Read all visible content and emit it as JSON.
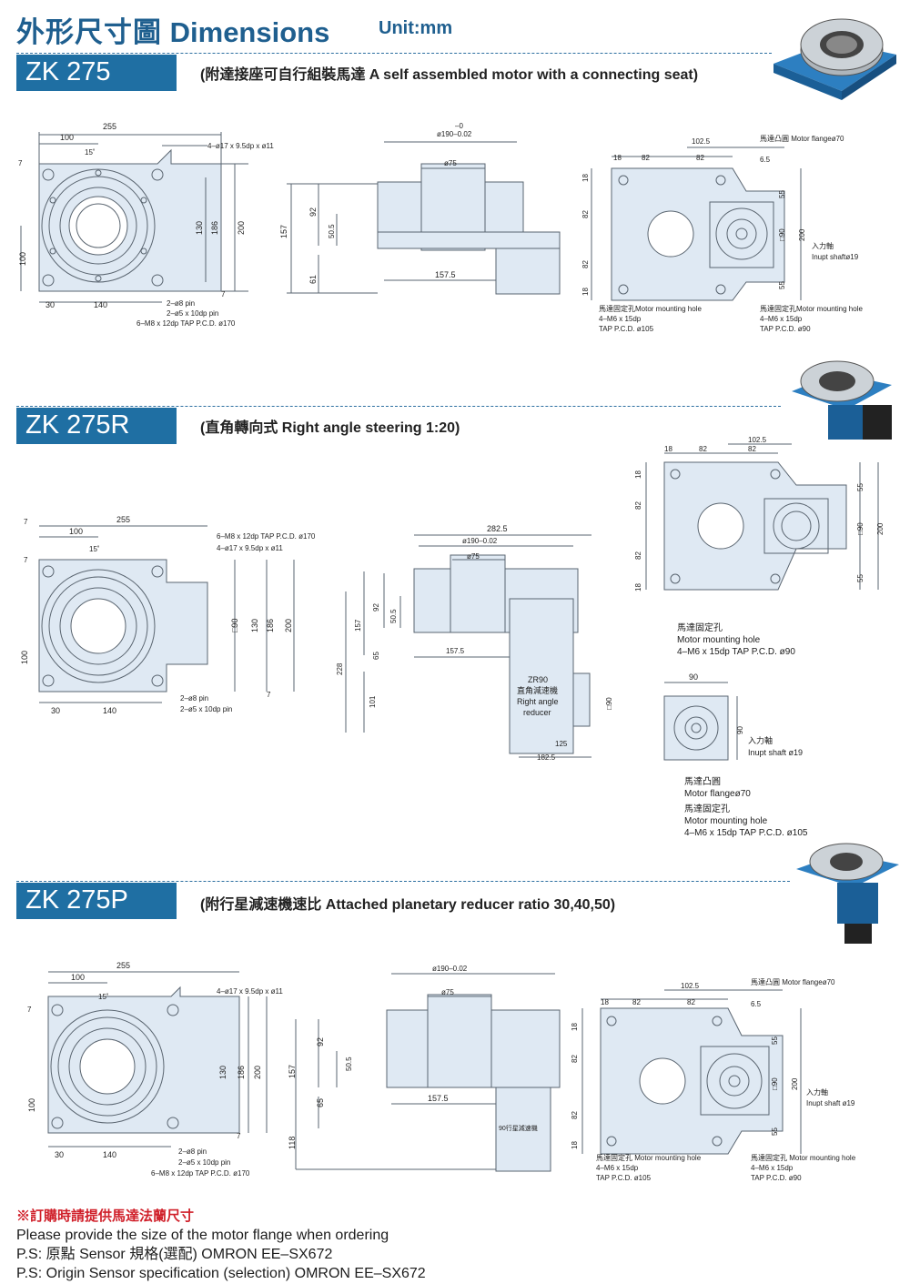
{
  "header": {
    "title_cn": "外形尺寸圖",
    "title_en": "Dimensions",
    "unit": "Unit:mm"
  },
  "sections": [
    {
      "model": "ZK 275",
      "subtitle": "(附達接座可自行組裝馬達  A self assembled motor with a connecting seat)",
      "front": {
        "dim_255": "255",
        "dim_100": "100",
        "dim_15": "15˚",
        "dim_7a": "7",
        "dim_7b": "7",
        "dim_100v": "100",
        "dim_130": "130",
        "dim_186": "186",
        "dim_200": "200",
        "dim_30": "30",
        "dim_140": "140",
        "note_holes": "4–ø17 x 9.5dp x ø11",
        "note_pin": "2–ø8 pin",
        "note_pin2": "2–ø5 x 10dp pin",
        "note_tap": "6–M8 x 12dp TAP P.C.D. ø170"
      },
      "side": {
        "dim_190": "ø190–0.02",
        "dim_190_top": "–0",
        "dim_75": "ø75",
        "dim_157": "157",
        "dim_92": "92",
        "dim_505": "50.5",
        "dim_61": "61",
        "dim_1575": "157.5"
      },
      "top": {
        "dim_1025": "102.5",
        "dim_18": "18",
        "dim_82a": "82",
        "dim_82b": "82",
        "dim_65": "6.5",
        "dim_18v": "18",
        "dim_82v1": "82",
        "dim_82v2": "82",
        "dim_18v2": "18",
        "dim_55a": "55",
        "dim_90": "□90",
        "dim_200": "200",
        "dim_55b": "55",
        "motor_flange": "馬達凸圓 Motor flangeø70",
        "input_cn": "入力軸",
        "input_en": "Inupt shaftø19",
        "hole_left_1": "馬達固定孔Motor mounting hole",
        "hole_left_2": "4–M6 x 15dp",
        "hole_left_3": "TAP P.C.D. ø105",
        "hole_right_1": "馬達固定孔Motor mounting hole",
        "hole_right_2": "4–M6 x 15dp",
        "hole_right_3": "TAP P.C.D. ø90"
      }
    },
    {
      "model": "ZK 275R",
      "subtitle": "(直角轉向式 Right angle steering 1:20)",
      "front": {
        "dim_255": "255",
        "dim_100": "100",
        "dim_15": "15˚",
        "dim_7a": "7",
        "dim_7b": "7",
        "dim_7c": "7",
        "dim_100v": "100",
        "dim_90": "□90",
        "dim_130": "130",
        "dim_186": "186",
        "dim_200": "200",
        "dim_30": "30",
        "dim_140": "140",
        "note_tap": "6–M8 x 12dp TAP P.C.D. ø170",
        "note_holes": "4–ø17 x 9.5dp x ø11",
        "note_pin": "2–ø8 pin",
        "note_pin2": "2–ø5 x 10dp pin"
      },
      "side": {
        "dim_2825": "282.5",
        "dim_190": "ø190–0.02",
        "dim_75": "ø75",
        "dim_92": "92",
        "dim_505": "50.5",
        "dim_157": "157",
        "dim_65": "65",
        "dim_228": "228",
        "dim_101": "101",
        "dim_1575": "157.5",
        "dim_125": "125",
        "dim_1825": "182.5",
        "dim_90": "□90",
        "reducer_1": "ZR90",
        "reducer_2": "直角減速機",
        "reducer_3": "Right angle",
        "reducer_4": "reducer"
      },
      "top": {
        "dim_1025": "102.5",
        "dim_18": "18",
        "dim_82a": "82",
        "dim_82b": "82",
        "dim_18v": "18",
        "dim_82v1": "82",
        "dim_82v2": "82",
        "dim_18v2": "18",
        "dim_55a": "55",
        "dim_90": "□90",
        "dim_200": "200",
        "dim_55b": "55",
        "hole_1": "馬達固定孔",
        "hole_2": "Motor mounting hole",
        "hole_3": "4–M6 x 15dp TAP P.C.D. ø90"
      },
      "motor": {
        "dim_90": "90",
        "dim_90v": "90",
        "input_cn": "入力軸",
        "input_en": "Inupt shaft ø19",
        "flange_cn": "馬達凸圓",
        "flange_en": "Motor flangeø70",
        "hole_1": "馬達固定孔",
        "hole_2": "Motor mounting hole",
        "hole_3": "4–M6 x 15dp TAP P.C.D. ø105"
      }
    },
    {
      "model": "ZK 275P",
      "subtitle": "(附行星減速機速比 Attached planetary reducer ratio 30,40,50)",
      "front": {
        "dim_255": "255",
        "dim_100": "100",
        "dim_15": "15˚",
        "dim_7a": "7",
        "dim_7b": "7",
        "dim_100v": "100",
        "dim_130": "130",
        "dim_186": "186",
        "dim_200": "200",
        "dim_30": "30",
        "dim_140": "140",
        "note_holes": "4–ø17 x 9.5dp x ø11",
        "note_pin": "2–ø8 pin",
        "note_pin2": "2–ø5 x 10dp pin",
        "note_tap": "6–M8 x 12dp TAP P.C.D. ø170"
      },
      "side": {
        "dim_190": "ø190–0.02",
        "dim_75": "ø75",
        "dim_92": "92",
        "dim_505": "50.5",
        "dim_157": "157",
        "dim_65": "65",
        "dim_118": "118",
        "dim_1575": "157.5",
        "reducer": "90行星減速機"
      },
      "top": {
        "dim_1025": "102.5",
        "dim_18": "18",
        "dim_82a": "82",
        "dim_82b": "82",
        "dim_65": "6.5",
        "dim_18v": "18",
        "dim_82v1": "82",
        "dim_82v2": "82",
        "dim_18v2": "18",
        "dim_55a": "55",
        "dim_90": "□90",
        "dim_200": "200",
        "dim_55b": "55",
        "motor_flange": "馬達凸圓 Motor flangeø70",
        "input_cn": "入力軸",
        "input_en": "Inupt shaft ø19",
        "hole_left_1": "馬達固定孔 Motor mounting hole",
        "hole_left_2": "4–M6 x 15dp",
        "hole_left_3": "TAP P.C.D. ø105",
        "hole_right_1": "馬達固定孔 Motor mounting hole",
        "hole_right_2": "4–M6 x 15dp",
        "hole_right_3": "TAP P.C.D. ø90"
      }
    }
  ],
  "notes": {
    "line1": "※訂購時請提供馬達法蘭尺寸",
    "line2": "Please provide the size of the motor flange when ordering",
    "line3": "P.S:  原點 Sensor 規格(選配) OMRON EE–SX672",
    "line4": "P.S:  Origin Sensor specification (selection) OMRON EE–SX672"
  },
  "colors": {
    "accent": "#1f6fa3",
    "part_fill": "#dfe9f3",
    "part_stroke": "#5a6570",
    "title": "#1f5f8f",
    "note_red": "#d0202a"
  }
}
